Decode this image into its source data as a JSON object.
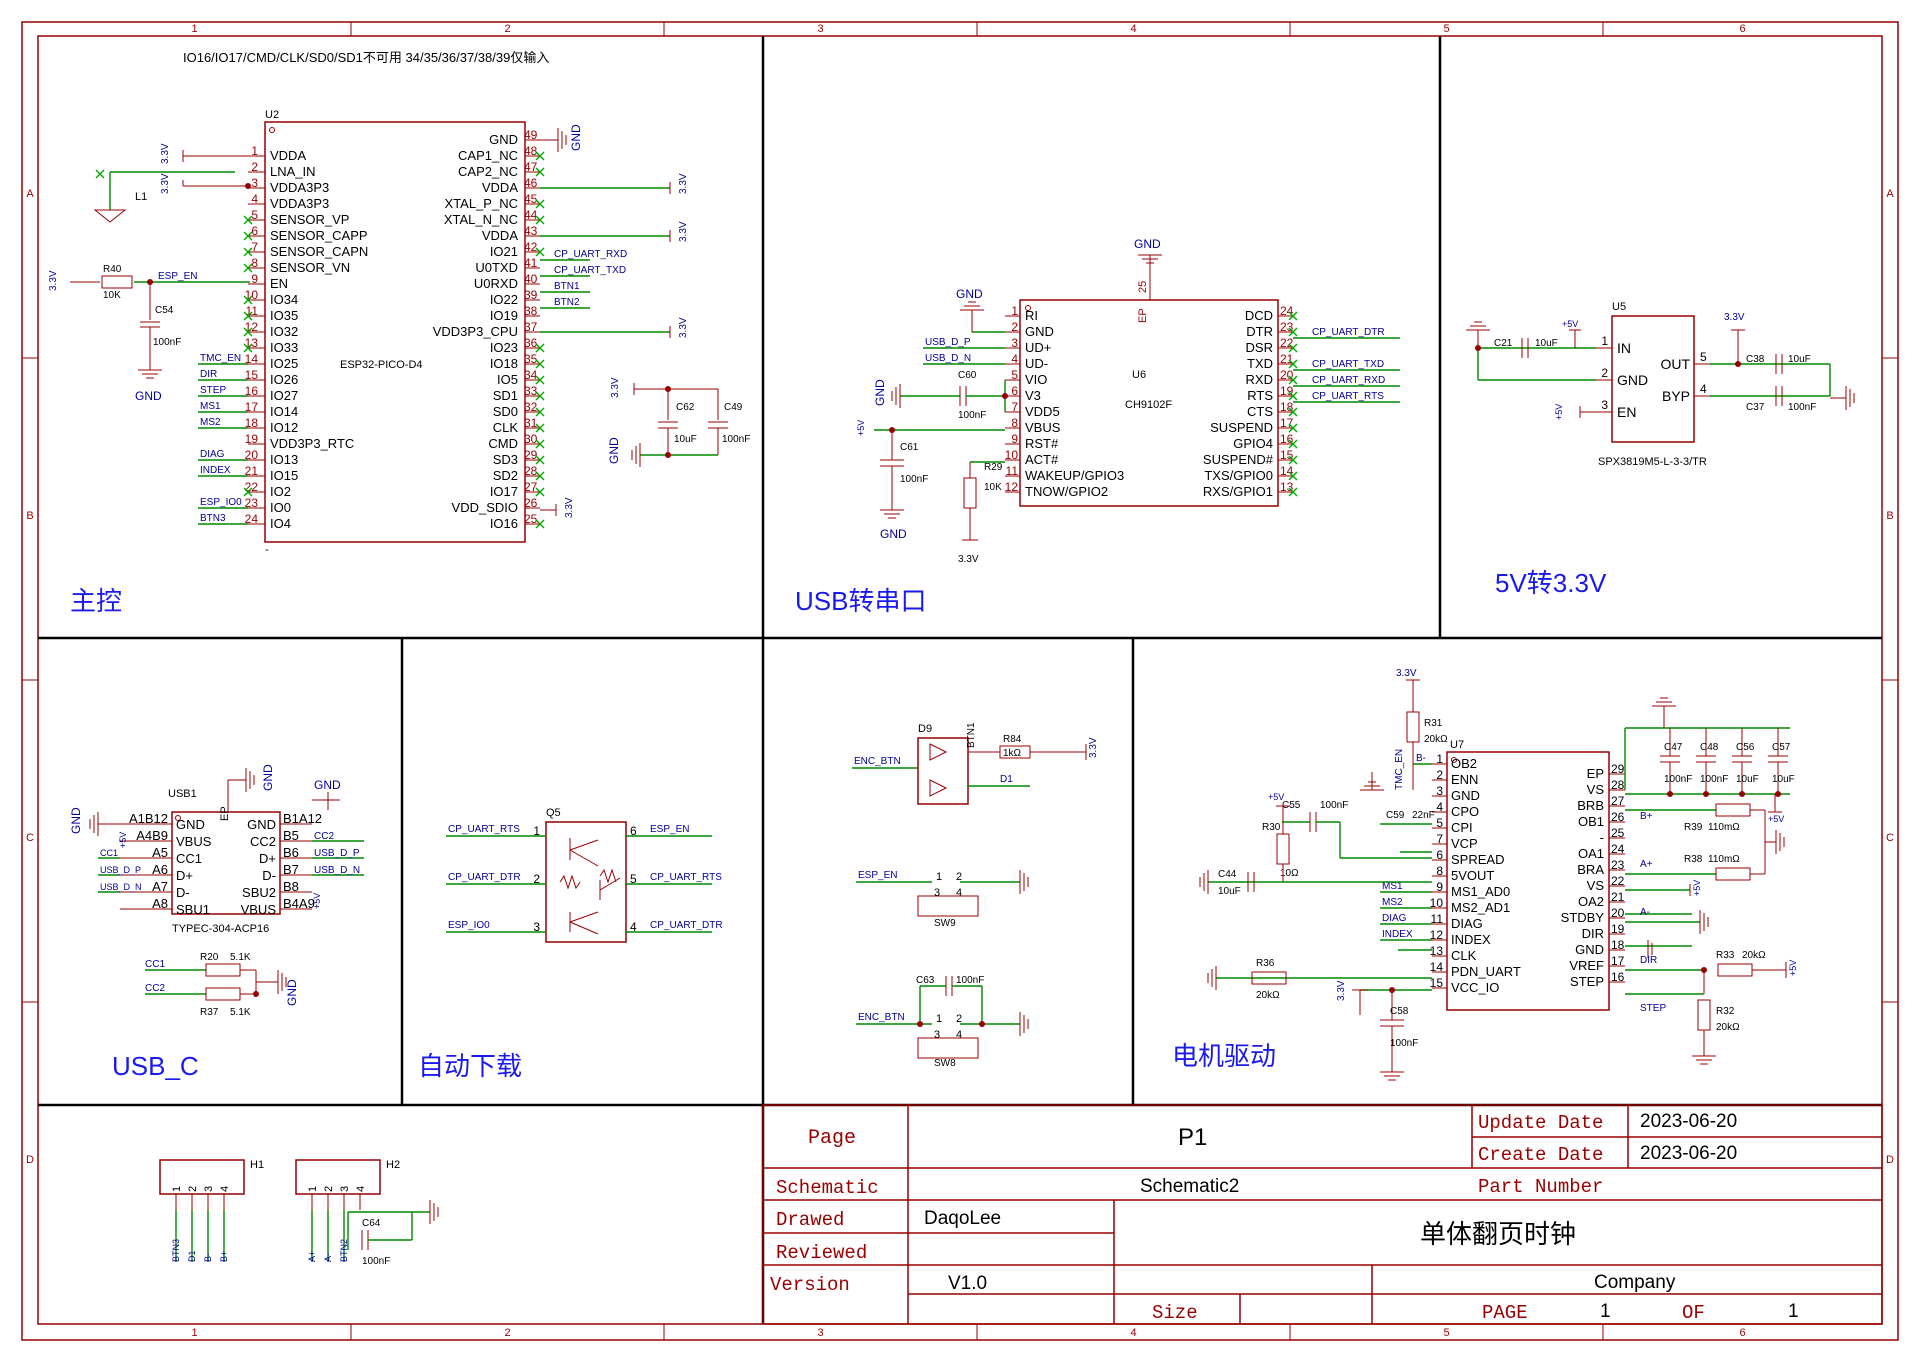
{
  "frame": {
    "cols": [
      "1",
      "2",
      "3",
      "4",
      "5",
      "6"
    ],
    "rows": [
      "A",
      "B",
      "C",
      "D"
    ]
  },
  "sections": {
    "main": "主控",
    "usb_uart": "USB转串口",
    "ldo": "5V转3.3V",
    "usbc": "USB_C",
    "autoload": "自动下载",
    "motor": "电机驱动"
  },
  "note": "IO16/IO17/CMD/CLK/SD0/SD1不可用 34/35/36/37/38/39仅输入",
  "u2": {
    "ref": "U2",
    "value": "ESP32-PICO-D4",
    "left_pins": [
      {
        "n": "1",
        "name": "VDDA"
      },
      {
        "n": "2",
        "name": "LNA_IN"
      },
      {
        "n": "3",
        "name": "VDDA3P3"
      },
      {
        "n": "4",
        "name": "VDDA3P3"
      },
      {
        "n": "5",
        "name": "SENSOR_VP"
      },
      {
        "n": "6",
        "name": "SENSOR_CAPP"
      },
      {
        "n": "7",
        "name": "SENSOR_CAPN"
      },
      {
        "n": "8",
        "name": "SENSOR_VN"
      },
      {
        "n": "9",
        "name": "EN"
      },
      {
        "n": "10",
        "name": "IO34"
      },
      {
        "n": "11",
        "name": "IO35"
      },
      {
        "n": "12",
        "name": "IO32"
      },
      {
        "n": "13",
        "name": "IO33"
      },
      {
        "n": "14",
        "name": "IO25"
      },
      {
        "n": "15",
        "name": "IO26"
      },
      {
        "n": "16",
        "name": "IO27"
      },
      {
        "n": "17",
        "name": "IO14"
      },
      {
        "n": "18",
        "name": "IO12"
      },
      {
        "n": "19",
        "name": "VDD3P3_RTC"
      },
      {
        "n": "20",
        "name": "IO13"
      },
      {
        "n": "21",
        "name": "IO15"
      },
      {
        "n": "22",
        "name": "IO2"
      },
      {
        "n": "23",
        "name": "IO0"
      },
      {
        "n": "24",
        "name": "IO4"
      }
    ],
    "right_pins": [
      {
        "n": "49",
        "name": "GND"
      },
      {
        "n": "48",
        "name": "CAP1_NC"
      },
      {
        "n": "47",
        "name": "CAP2_NC"
      },
      {
        "n": "46",
        "name": "VDDA"
      },
      {
        "n": "45",
        "name": "XTAL_P_NC"
      },
      {
        "n": "44",
        "name": "XTAL_N_NC"
      },
      {
        "n": "43",
        "name": "VDDA"
      },
      {
        "n": "42",
        "name": "IO21"
      },
      {
        "n": "41",
        "name": "U0TXD"
      },
      {
        "n": "40",
        "name": "U0RXD"
      },
      {
        "n": "39",
        "name": "IO22"
      },
      {
        "n": "38",
        "name": "IO19"
      },
      {
        "n": "37",
        "name": "VDD3P3_CPU"
      },
      {
        "n": "36",
        "name": "IO23"
      },
      {
        "n": "35",
        "name": "IO18"
      },
      {
        "n": "34",
        "name": "IO5"
      },
      {
        "n": "33",
        "name": "SD1"
      },
      {
        "n": "32",
        "name": "SD0"
      },
      {
        "n": "31",
        "name": "CLK"
      },
      {
        "n": "30",
        "name": "CMD"
      },
      {
        "n": "29",
        "name": "SD3"
      },
      {
        "n": "28",
        "name": "SD2"
      },
      {
        "n": "27",
        "name": "IO17"
      },
      {
        "n": "26",
        "name": "VDD_SDIO"
      },
      {
        "n": "25",
        "name": "IO16"
      }
    ],
    "left_nets": [
      "TMC_EN",
      "DIR",
      "STEP",
      "MS1",
      "MS2",
      "DIAG",
      "INDEX",
      "ESP_IO0",
      "BTN3"
    ],
    "right_nets": [
      "CP_UART_RXD",
      "CP_UART_TXD",
      "BTN1",
      "BTN2"
    ],
    "dash": "-"
  },
  "u6": {
    "ref": "U6",
    "value": "CH9102F",
    "ep": "EP",
    "ep_num": "25",
    "left_pins": [
      {
        "n": "1",
        "name": "RI"
      },
      {
        "n": "2",
        "name": "GND"
      },
      {
        "n": "3",
        "name": "UD+"
      },
      {
        "n": "4",
        "name": "UD-"
      },
      {
        "n": "5",
        "name": "VIO"
      },
      {
        "n": "6",
        "name": "V3"
      },
      {
        "n": "7",
        "name": "VDD5"
      },
      {
        "n": "8",
        "name": "VBUS"
      },
      {
        "n": "9",
        "name": "RST#"
      },
      {
        "n": "10",
        "name": "ACT#"
      },
      {
        "n": "11",
        "name": "WAKEUP/GPIO3"
      },
      {
        "n": "12",
        "name": "TNOW/GPIO2"
      }
    ],
    "right_pins": [
      {
        "n": "24",
        "name": "DCD"
      },
      {
        "n": "23",
        "name": "DTR"
      },
      {
        "n": "22",
        "name": "DSR"
      },
      {
        "n": "21",
        "name": "TXD"
      },
      {
        "n": "20",
        "name": "RXD"
      },
      {
        "n": "19",
        "name": "RTS"
      },
      {
        "n": "18",
        "name": "CTS"
      },
      {
        "n": "17",
        "name": "SUSPEND"
      },
      {
        "n": "16",
        "name": "GPIO4"
      },
      {
        "n": "15",
        "name": "SUSPEND#"
      },
      {
        "n": "14",
        "name": "TXS/GPIO0"
      },
      {
        "n": "13",
        "name": "RXS/GPIO1"
      }
    ],
    "nets": [
      "USB_D_P",
      "USB_D_N",
      "CP_UART_DTR",
      "CP_UART_TXD",
      "CP_UART_RXD",
      "CP_UART_RTS"
    ]
  },
  "u5": {
    "ref": "U5",
    "value": "SPX3819M5-L-3-3/TR",
    "pins": [
      {
        "n": "1",
        "name": "IN"
      },
      {
        "n": "2",
        "name": "GND"
      },
      {
        "n": "3",
        "name": "EN"
      },
      {
        "n": "5",
        "name": "OUT"
      },
      {
        "n": "4",
        "name": "BYP"
      }
    ]
  },
  "usb1": {
    "ref": "USB1",
    "value": "TYPEC-304-ACP16",
    "ep": "EP",
    "left": [
      {
        "n": "A1B12",
        "name": "GND"
      },
      {
        "n": "A4B9",
        "name": "VBUS"
      },
      {
        "n": "A5",
        "name": "CC1"
      },
      {
        "n": "A6",
        "name": "D+"
      },
      {
        "n": "A7",
        "name": "D-"
      },
      {
        "n": "A8",
        "name": "SBU1"
      }
    ],
    "right": [
      {
        "n": "B1A12",
        "name": "GND"
      },
      {
        "n": "B5",
        "name": "CC2"
      },
      {
        "n": "B6",
        "name": "D+"
      },
      {
        "n": "B7",
        "name": "D-"
      },
      {
        "n": "B8",
        "name": "SBU2"
      },
      {
        "n": "B4A9",
        "name": "VBUS"
      }
    ],
    "nets": [
      "CC1",
      "USB_D_P",
      "USB_D_N",
      "CC2",
      "USB_D_P",
      "USB_D_N"
    ]
  },
  "q5": {
    "ref": "Q5",
    "pins": [
      "1",
      "2",
      "3",
      "6",
      "5",
      "4"
    ],
    "nets": [
      "CP_UART_RTS",
      "CP_UART_DTR",
      "ESP_IO0",
      "ESP_EN",
      "CP_UART_RTS",
      "CP_UART_DTR"
    ]
  },
  "encoder": {
    "d9": "D9",
    "btn1": "BTN1",
    "r84": "R84",
    "r84_val": "1kΩ",
    "d1": "D1",
    "enc_btn": "ENC_BTN",
    "esp_en": "ESP_EN",
    "sw9": "SW9",
    "sw8": "SW8",
    "c63": "C63",
    "c63_val": "100nF",
    "sw_pins": [
      "1",
      "2",
      "3",
      "4"
    ]
  },
  "u7": {
    "ref": "U7",
    "left_pins": [
      {
        "n": "1",
        "name": "OB2"
      },
      {
        "n": "2",
        "name": "ENN"
      },
      {
        "n": "3",
        "name": "GND"
      },
      {
        "n": "4",
        "name": "CPO"
      },
      {
        "n": "5",
        "name": "CPI"
      },
      {
        "n": "7",
        "name": "VCP"
      },
      {
        "n": "6",
        "name": "SPREAD"
      },
      {
        "n": "8",
        "name": "5VOUT"
      },
      {
        "n": "9",
        "name": "MS1_AD0"
      },
      {
        "n": "10",
        "name": "MS2_AD1"
      },
      {
        "n": "11",
        "name": "DIAG"
      },
      {
        "n": "12",
        "name": "INDEX"
      },
      {
        "n": "13",
        "name": "CLK"
      },
      {
        "n": "14",
        "name": "PDN_UART"
      },
      {
        "n": "15",
        "name": "VCC_IO"
      }
    ],
    "right_pins": [
      {
        "n": "29",
        "name": "EP"
      },
      {
        "n": "28",
        "name": "VS"
      },
      {
        "n": "27",
        "name": "BRB"
      },
      {
        "n": "26",
        "name": "OB1"
      },
      {
        "n": "25",
        "name": "-"
      },
      {
        "n": "24",
        "name": "OA1"
      },
      {
        "n": "23",
        "name": "BRA"
      },
      {
        "n": "22",
        "name": "VS"
      },
      {
        "n": "21",
        "name": "OA2"
      },
      {
        "n": "20",
        "name": "STDBY"
      },
      {
        "n": "19",
        "name": "DIR"
      },
      {
        "n": "18",
        "name": "GND"
      },
      {
        "n": "17",
        "name": "VREF"
      },
      {
        "n": "16",
        "name": "STEP"
      }
    ],
    "nets_left": [
      "B-",
      "TMC_EN",
      "MS1",
      "MS2",
      "DIAG",
      "INDEX"
    ],
    "nets_right": [
      "B+",
      "A+",
      "A-",
      "DIR",
      "STEP"
    ]
  },
  "h": {
    "h1": "H1",
    "h2": "H2",
    "pins": [
      "1",
      "2",
      "3",
      "4"
    ],
    "h1_nets": [
      "BTN3",
      "D1",
      "B-",
      "B+"
    ],
    "h2_nets": [
      "A+",
      "A-",
      "BTN2"
    ],
    "c64": "C64",
    "c64_val": "100nF"
  },
  "passives": {
    "l1": "L1",
    "r40": "R40",
    "r40_val": "10K",
    "esp_en": "ESP_EN",
    "c54": "C54",
    "c54_val": "100nF",
    "c62": "C62",
    "c62_val": "10uF",
    "c49": "C49",
    "c49_val": "100nF",
    "c60": "C60",
    "c60_val": "100nF",
    "c61": "C61",
    "c61_val": "100nF",
    "r29": "R29",
    "r29_val": "10K",
    "c21": "C21",
    "c21_val": "10uF",
    "c38": "C38",
    "c38_val": "10uF",
    "c37": "C37",
    "c37_val": "100nF",
    "r20": "R20",
    "r20_val": "5.1K",
    "r37": "R37",
    "r37_val": "5.1K",
    "r31": "R31",
    "r31_val": "20kΩ",
    "c47": "C47",
    "c47_val": "100nF",
    "c48": "C48",
    "c48_val": "100nF",
    "c56": "C56",
    "c56_val": "10uF",
    "c57": "C57",
    "c57_val": "10uF",
    "c55": "C55",
    "c55_val": "100nF",
    "c59": "C59",
    "c59_val": "22nF",
    "r30": "R30",
    "r30_val": "10Ω",
    "c44": "C44",
    "c44_val": "10uF",
    "r36": "R36",
    "r36_val": "20kΩ",
    "c58": "C58",
    "c58_val": "100nF",
    "r39": "R39",
    "r39_val": "110mΩ",
    "r38": "R38",
    "r38_val": "110mΩ",
    "r33": "R33",
    "r33_val": "20kΩ",
    "r32": "R32",
    "r32_val": "20kΩ"
  },
  "rails": {
    "v33": "3.3V",
    "v5": "+5V",
    "gnd": "GND"
  },
  "title_block": {
    "page_label": "Page",
    "page_value": "P1",
    "update_label": "Update Date",
    "update_value": "2023-06-20",
    "create_label": "Create Date",
    "create_value": "2023-06-20",
    "schematic_label": "Schematic",
    "schematic_value": "Schematic2",
    "part_label": "Part Number",
    "drawed_label": "Drawed",
    "drawed_value": "DaqoLee",
    "reviewed_label": "Reviewed",
    "title": "单体翻页时钟",
    "version_label": "Version",
    "version_value": "V1.0",
    "company": "Company",
    "size_label": "Size",
    "pg_label": "PAGE",
    "pg_value": "1",
    "of_label": "OF",
    "of_value": "1"
  }
}
